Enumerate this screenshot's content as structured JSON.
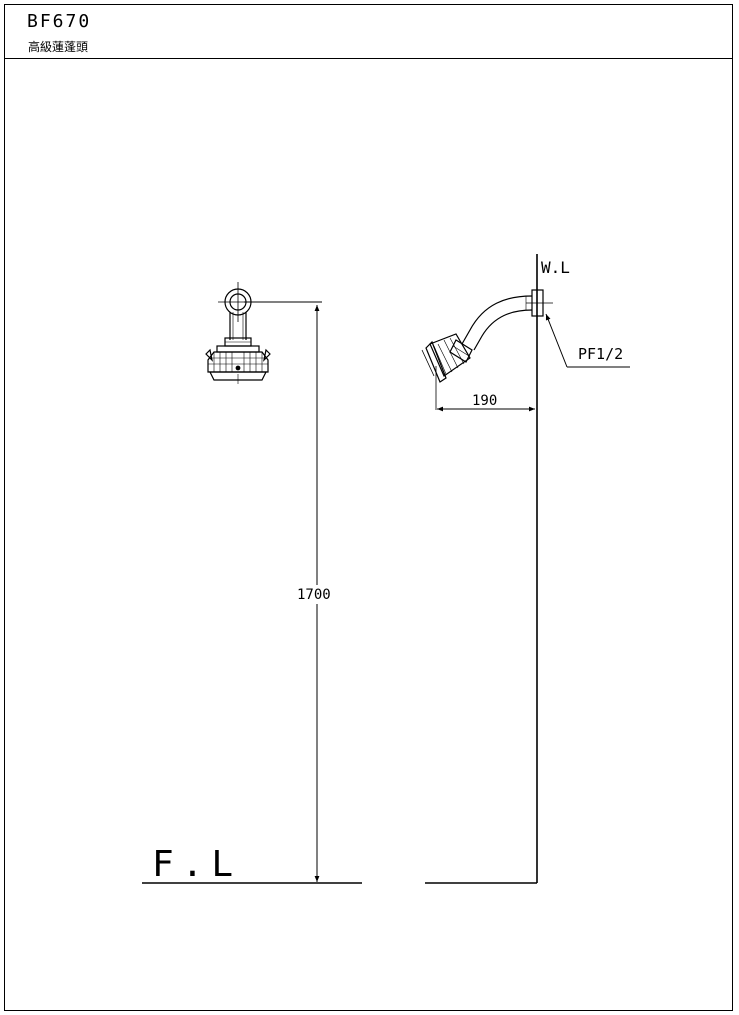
{
  "title_block": {
    "model_code": "BF670",
    "product_name": "高級蓮蓬頭"
  },
  "drawing": {
    "labels": {
      "wall_line": "W.L",
      "floor_line": "F.L",
      "thread_spec": "PF1/2"
    },
    "dimensions": {
      "mount_height": "1700",
      "arm_projection": "190"
    }
  }
}
